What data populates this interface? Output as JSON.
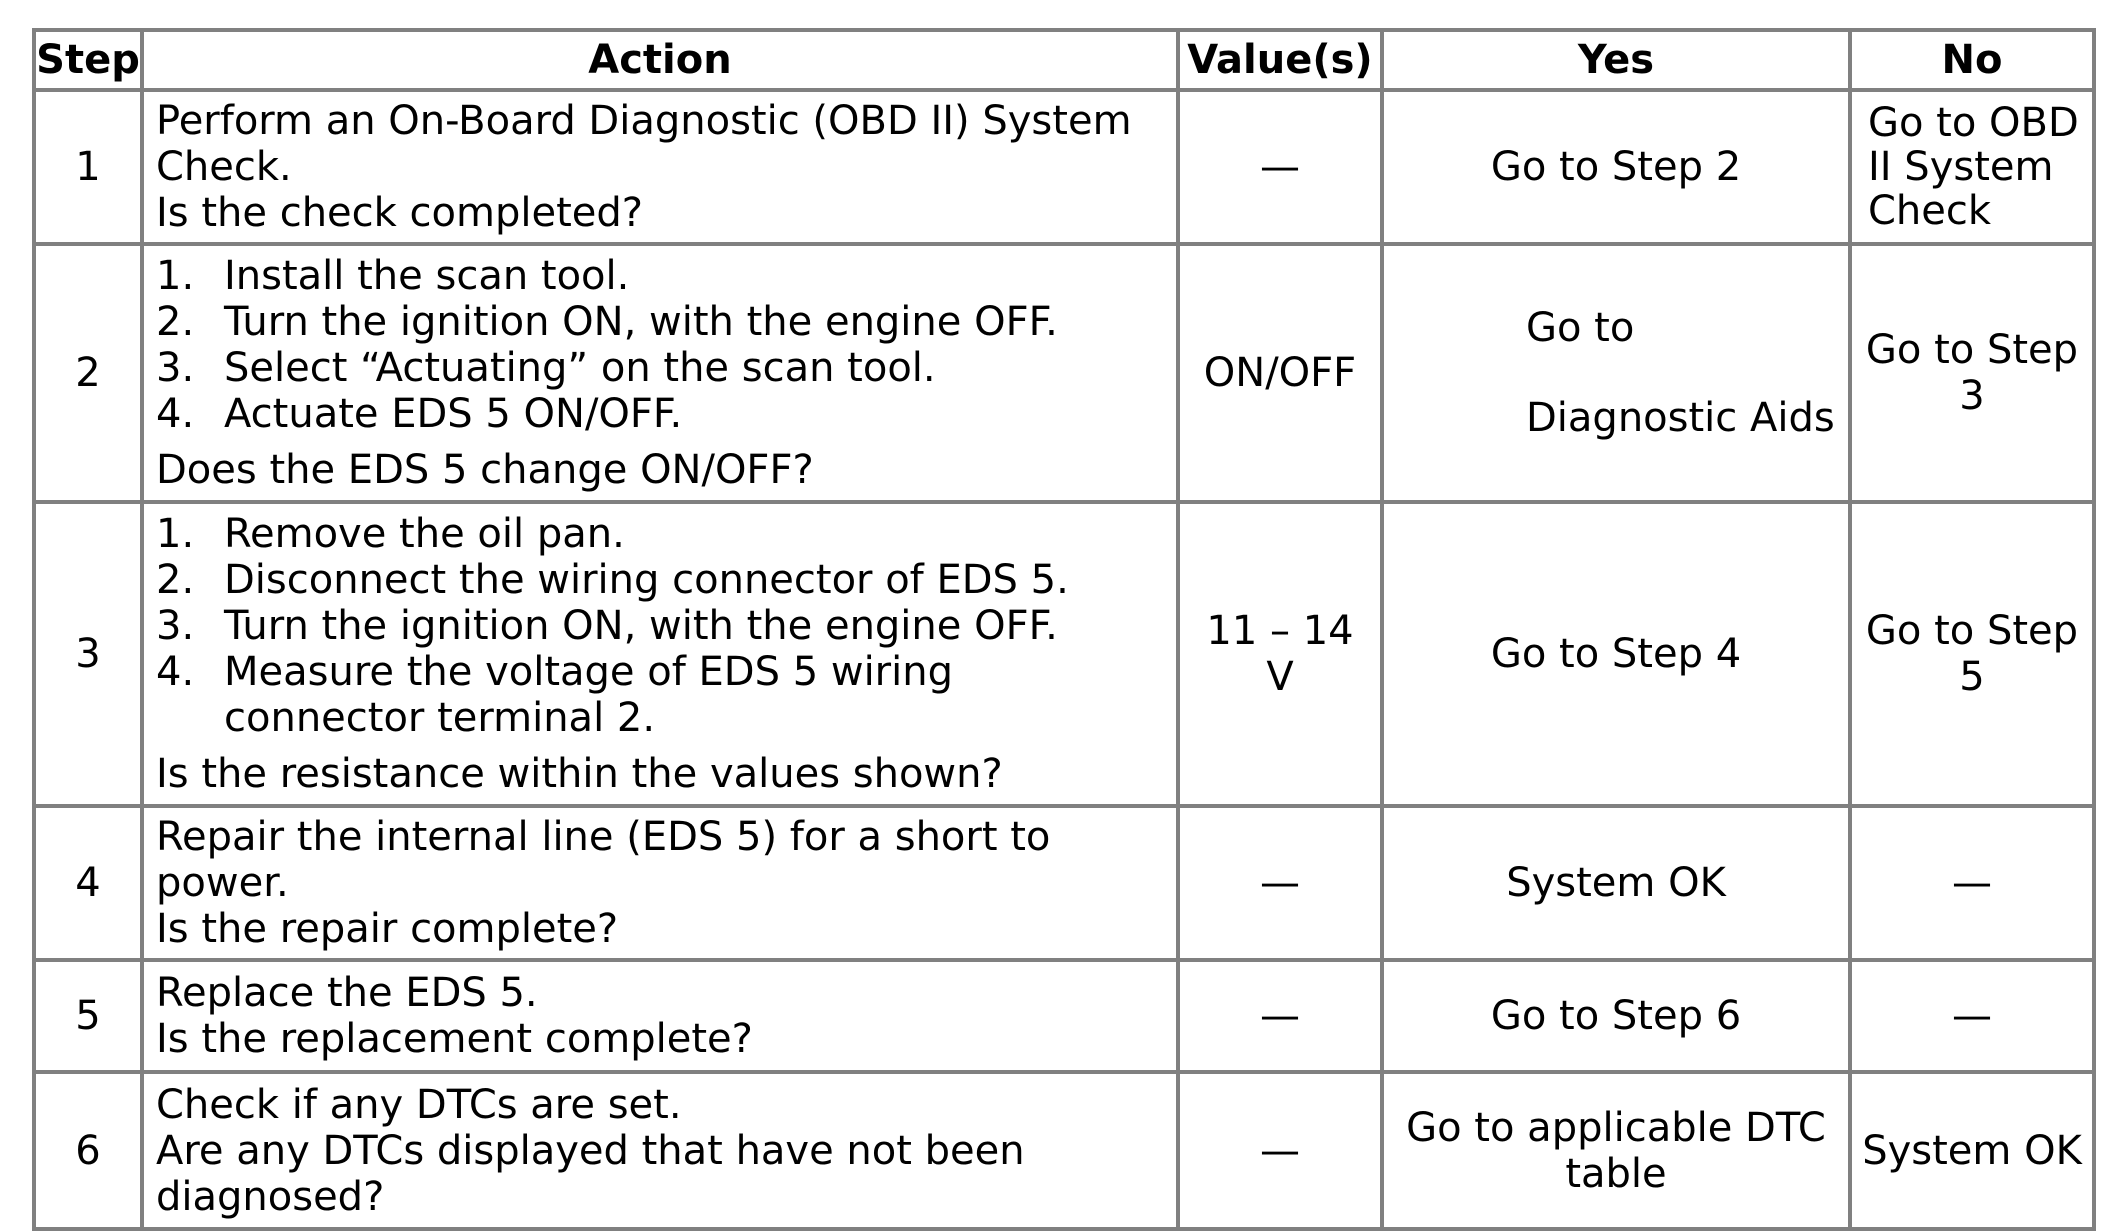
{
  "headers": {
    "step": "Step",
    "action": "Action",
    "values": "Value(s)",
    "yes": "Yes",
    "no": "No"
  },
  "rows": [
    {
      "step": "1",
      "action_lines": [
        "Perform an On-Board Diagnostic (OBD II) System",
        "Check."
      ],
      "question": "Is the check completed?",
      "value": "—",
      "yes": "Go to Step 2",
      "no_lines": [
        "Go to OBD",
        "II System",
        "Check"
      ]
    },
    {
      "step": "2",
      "action_items": [
        {
          "num": "1.",
          "text": "Install the scan tool."
        },
        {
          "num": "2.",
          "text": "Turn the ignition ON, with the engine OFF."
        },
        {
          "num": "3.",
          "text": "Select “Actuating” on the scan tool."
        },
        {
          "num": "4.",
          "text": "Actuate EDS 5 ON/OFF."
        }
      ],
      "question": "Does the EDS 5 change ON/OFF?",
      "value": "ON/OFF",
      "yes_lines": [
        "Go to",
        "Diagnostic Aids"
      ],
      "no_lines": [
        "Go to Step",
        "3"
      ]
    },
    {
      "step": "3",
      "action_items": [
        {
          "num": "1.",
          "text": "Remove the oil pan."
        },
        {
          "num": "2.",
          "text": "Disconnect the wiring connector of EDS 5."
        },
        {
          "num": "3.",
          "text": "Turn the ignition ON, with the engine OFF."
        },
        {
          "num": "4.",
          "text": "Measure the voltage of EDS 5 wiring connector terminal 2."
        }
      ],
      "question": "Is the resistance within the values shown?",
      "value_lines": [
        "11 – 14",
        "V"
      ],
      "yes": "Go to Step 4",
      "no_lines": [
        "Go to Step",
        "5"
      ]
    },
    {
      "step": "4",
      "action_lines": [
        "Repair the internal line (EDS 5) for a short to power."
      ],
      "question": "Is the repair complete?",
      "value": "—",
      "yes": "System OK",
      "no": "—"
    },
    {
      "step": "5",
      "action_lines": [
        "Replace the EDS 5."
      ],
      "question": "Is the replacement complete?",
      "value": "—",
      "yes": "Go to Step 6",
      "no": "—"
    },
    {
      "step": "6",
      "action_lines": [
        "Check if any DTCs are set."
      ],
      "question": "Are any DTCs displayed that have not been diagnosed?",
      "value": "—",
      "yes_lines": [
        "Go to applicable DTC",
        "table"
      ],
      "no": "System OK"
    }
  ]
}
